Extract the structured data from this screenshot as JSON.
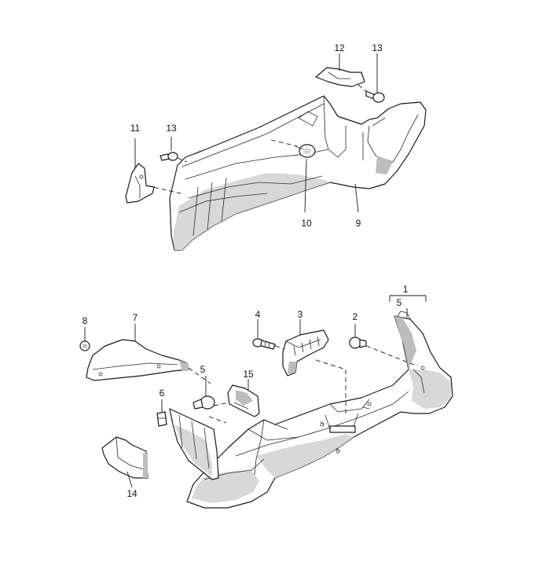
{
  "callouts": {
    "c1": "1",
    "c2": "2",
    "c3": "3",
    "c4": "4",
    "c5_top": "5",
    "c5_mid": "5",
    "c6": "6",
    "c7": "7",
    "c8": "8",
    "c9": "9",
    "c10": "10",
    "c11": "11",
    "c12": "12",
    "c13_top": "13",
    "c13_left": "13",
    "c14": "14",
    "c15": "15"
  }
}
